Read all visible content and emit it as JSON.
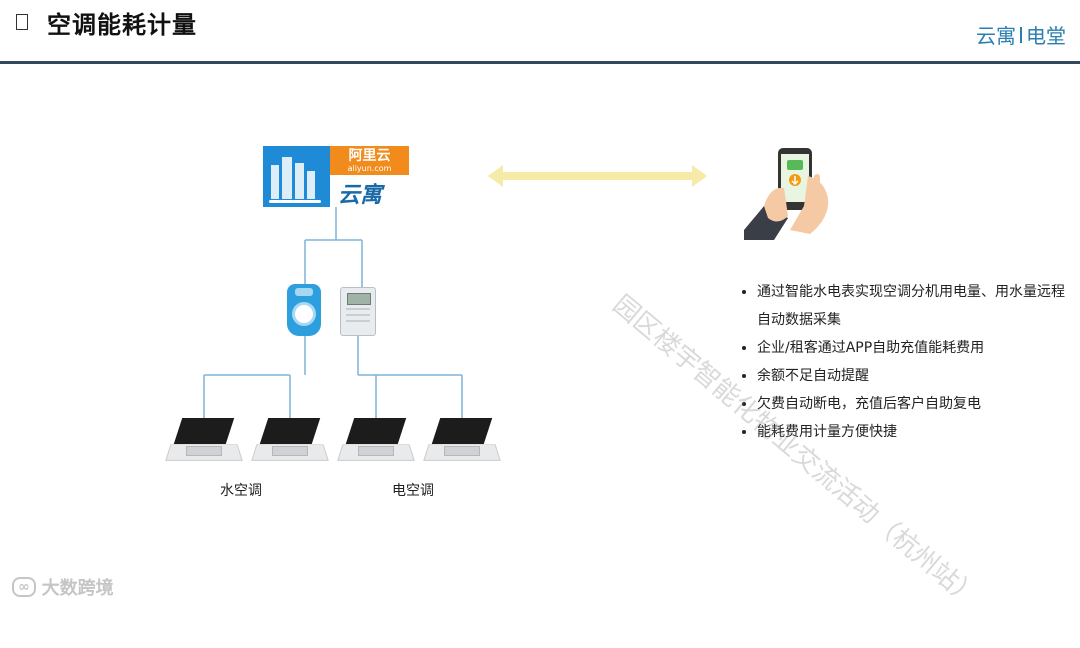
{
  "header": {
    "title": "空调能耗计量",
    "brand_left": "云寓",
    "brand_right": "电堂"
  },
  "logo": {
    "aliyun_name": "阿里云",
    "aliyun_url": "aliyun.com",
    "yunyu_name": "云寓"
  },
  "labels": {
    "water_ac": "水空调",
    "electric_ac": "电空调"
  },
  "features": [
    "通过智能水电表实现空调分机用电量、用水量远程自动数据采集",
    "企业/租客通过APP自助充值能耗费用",
    "余额不足自动提醒",
    "欠费自动断电，充值后客户自助复电",
    "能耗费用计量方便快捷"
  ],
  "watermark": {
    "diagonal_text": "园区楼宇智能化物业交流活动（杭州站）",
    "brand_text": "大数跨境"
  },
  "colors": {
    "accent_blue": "#2a7fb0",
    "arrow_yellow": "#f7e9a6",
    "line_blue": "#7fb3d5",
    "header_rule": "#34495e"
  }
}
